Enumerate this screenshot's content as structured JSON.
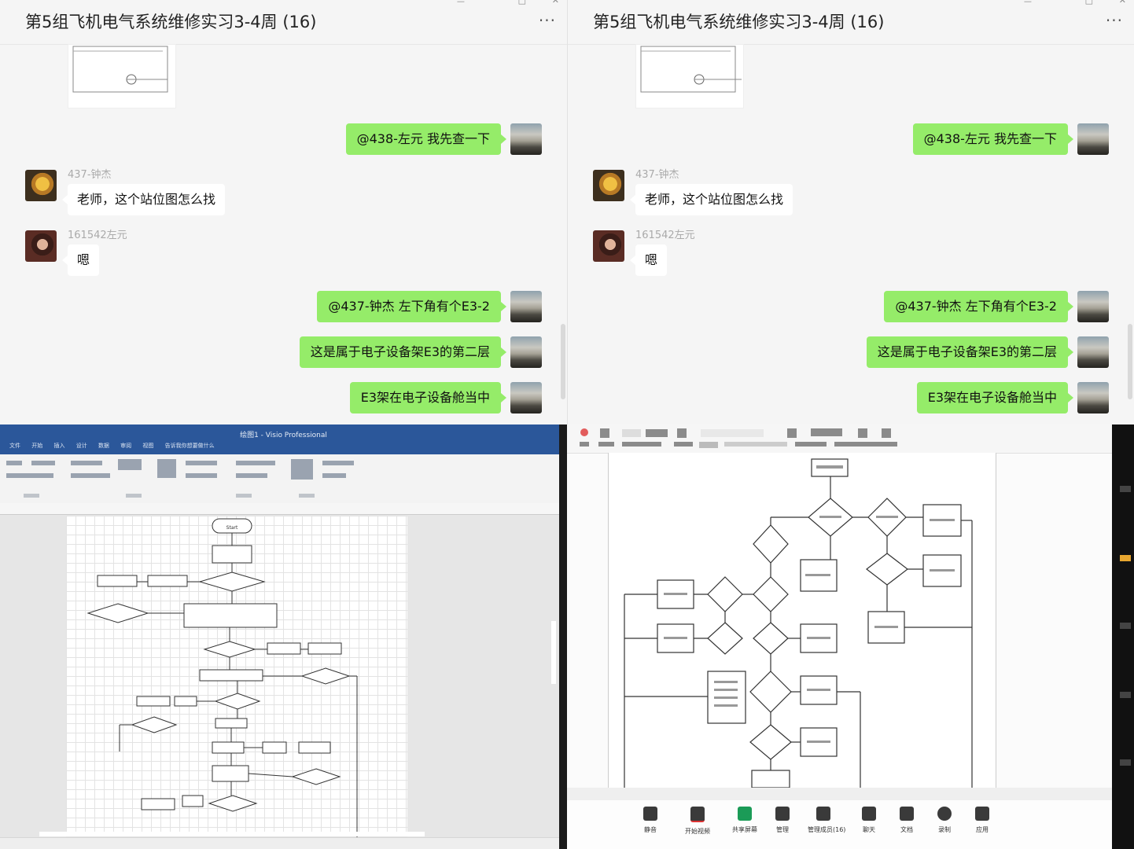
{
  "chat_left": {
    "title": "第5组飞机电气系统维修实习3-4周 (16)",
    "more": "···",
    "messages": {
      "m1": "@438-左元 我先查一下",
      "s1": "437-钟杰",
      "m2": "老师，这个站位图怎么找",
      "s2": "161542左元",
      "m3": "嗯",
      "m4": "@437-钟杰 左下角有个E3-2",
      "m5": "这是属于电子设备架E3的第二层",
      "m6": "E3架在电子设备舱当中"
    }
  },
  "chat_right": {
    "title": "第5组飞机电气系统维修实习3-4周 (16)",
    "more": "···",
    "messages": {
      "m1": "@438-左元 我先查一下",
      "s1": "437-钟杰",
      "m2": "老师，这个站位图怎么找",
      "s2": "161542左元",
      "m3": "嗯",
      "m4": "@437-钟杰 左下角有个E3-2",
      "m5": "这是属于电子设备架E3的第二层",
      "m6": "E3架在电子设备舱当中"
    }
  },
  "visio": {
    "window_title": "绘图1 - Visio Professional",
    "tabs": [
      "文件",
      "开始",
      "插入",
      "设计",
      "数据",
      "审阅",
      "视图",
      "告诉我你想要做什么"
    ],
    "start_label": "Start"
  },
  "meeting": {
    "toolbar": [
      "静音",
      "开始视频",
      "共享屏幕",
      "管理",
      "管理成员(16)",
      "聊天",
      "文档",
      "录制",
      "应用"
    ]
  }
}
